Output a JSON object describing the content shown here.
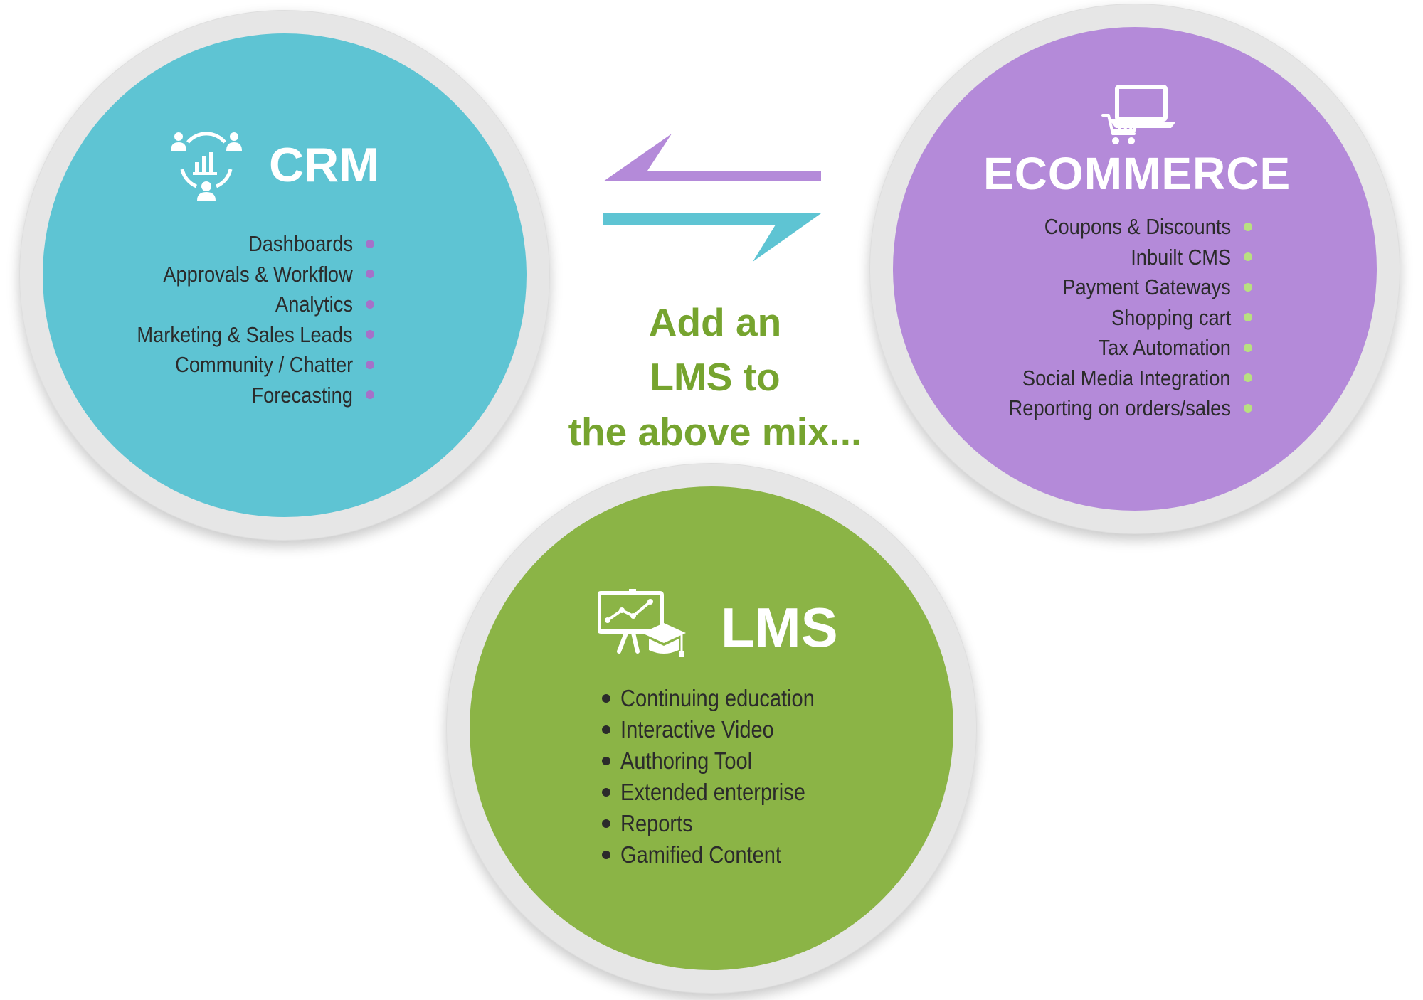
{
  "crm": {
    "title": "CRM",
    "icon": "crm-network-icon",
    "color": "#5ec4d3",
    "bullet_color": "#a572c9",
    "items": [
      "Dashboards",
      "Approvals & Workflow",
      "Analytics",
      "Marketing & Sales Leads",
      "Community / Chatter",
      "Forecasting"
    ]
  },
  "ecommerce": {
    "title": "ECOMMERCE",
    "icon": "laptop-cart-icon",
    "color": "#b48ad9",
    "bullet_color": "#b9e081",
    "items": [
      "Coupons & Discounts",
      "Inbuilt CMS",
      "Payment Gateways",
      "Shopping cart",
      "Tax Automation",
      "Social Media Integration",
      "Reporting on orders/sales"
    ]
  },
  "lms": {
    "title": "LMS",
    "icon": "presentation-graduation-icon",
    "color": "#8bb446",
    "bullet_color": "#2b2b2b",
    "items": [
      "Continuing education",
      "Interactive Video",
      "Authoring Tool",
      "Extended enterprise",
      "Reports",
      "Gamified Content"
    ]
  },
  "tagline": {
    "line1": "Add an",
    "line2": "LMS to",
    "line3": "the above mix...",
    "color": "#76a42f"
  },
  "arrows": {
    "icon": "exchange-arrows-icon",
    "left_color": "#b48ad9",
    "right_color": "#5ec4d3"
  }
}
